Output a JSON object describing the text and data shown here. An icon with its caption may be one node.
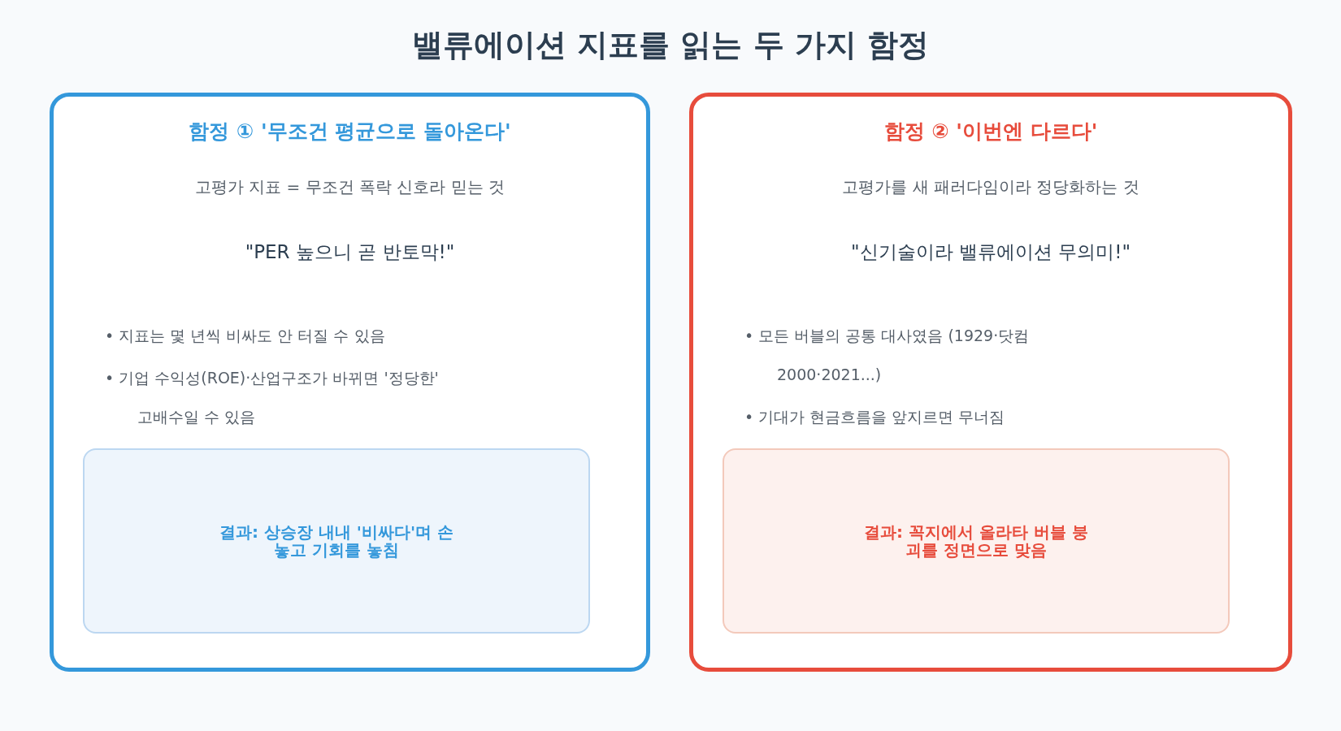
{
  "diagram": {
    "title": "밸류에이션 지표를 읽는 두 가지 함정",
    "nodes": [
      {
        "text": [
          "함정 ① '무조건 평균으로 돌아온다'",
          "고평가 지표 = 무조건 폭락 신호라 믿는 것",
          "\"PER 높으니 곧 반토막!\"",
          "• 지표는 몇 년씩 비싸도 안 터질 수 있음",
          "• 기업 수익성(ROE)·산업구조가 바뀌면 '정당한' 고배수일 수 있음"
        ]
      },
      {
        "text": [
          "결과: 상승장 내내 '비싸다'며 손 놓고 기회를 놓침"
        ],
        "in": 0
      },
      {
        "text": [
          "함정 ② '이번엔 다르다'",
          "고평가를 새 패러다임이라 정당화하는 것",
          "\"신기술이라 밸류에이션 무의미!\"",
          "• 모든 버블의 공통 대사였음 (1929·닷컴 2000·2021...)",
          "• 기대가 현금흐름을 앞지르면 무너짐"
        ]
      },
      {
        "text": [
          "결과: 꼭지에서 올라타 버블 붕괴를 정면으로 맞음"
        ],
        "in": 2
      }
    ]
  }
}
